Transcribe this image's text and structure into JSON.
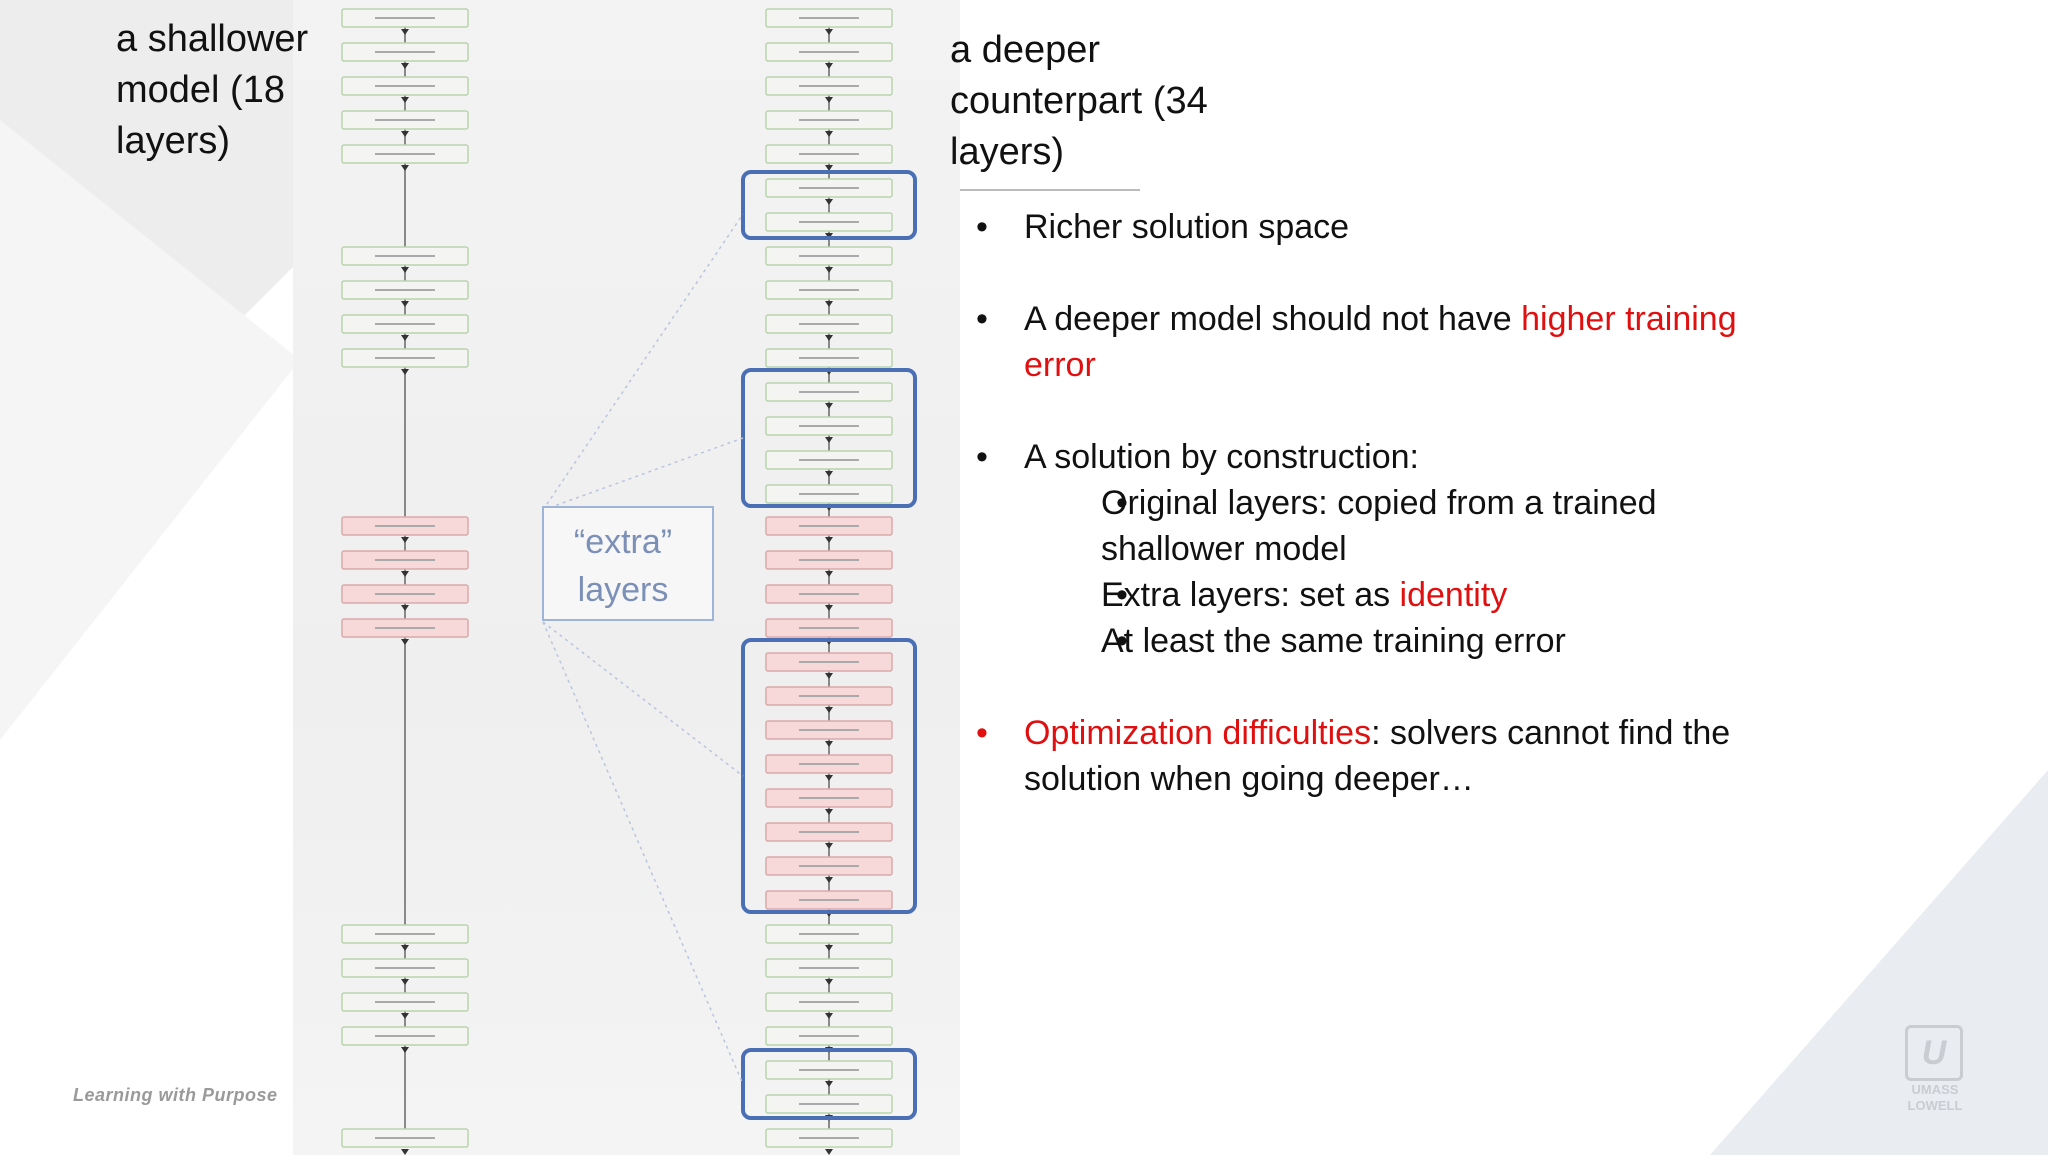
{
  "slide": {
    "title_left": "a shallower model (18 layers)",
    "title_right": "a deeper counterpart (34 layers)",
    "extra_label_line1": "“extra”",
    "extra_label_line2": "layers",
    "bullets": [
      {
        "pre": "Richer solution space",
        "highlight": "",
        "post": "",
        "bullet_color": "black"
      },
      {
        "pre": "A deeper model should not have ",
        "highlight": "higher training error",
        "post": "",
        "bullet_color": "black"
      },
      {
        "pre": "A solution by construction:",
        "highlight": "",
        "post": "",
        "bullet_color": "black",
        "sub": [
          {
            "pre": "Original layers: copied from a trained shallower model",
            "highlight": "",
            "post": ""
          },
          {
            "pre": "Extra layers: set as ",
            "highlight": "identity",
            "post": ""
          },
          {
            "pre": "At least the same training error",
            "highlight": "",
            "post": ""
          }
        ]
      },
      {
        "pre": "",
        "highlight": "Optimization difficulties",
        "post": ": solvers cannot find the solution when going deeper…",
        "bullet_color": "red"
      }
    ],
    "footer_tagline": "Learning with Purpose",
    "logo_text_1": "UMASS",
    "logo_text_2": "LOWELL",
    "logo_glyph": "U"
  },
  "colors": {
    "accent_red": "#e01010",
    "frame_blue": "#4a6fb5",
    "layer_green_border": "#b9d3ad",
    "layer_pink_fill": "#f7d9d9"
  }
}
